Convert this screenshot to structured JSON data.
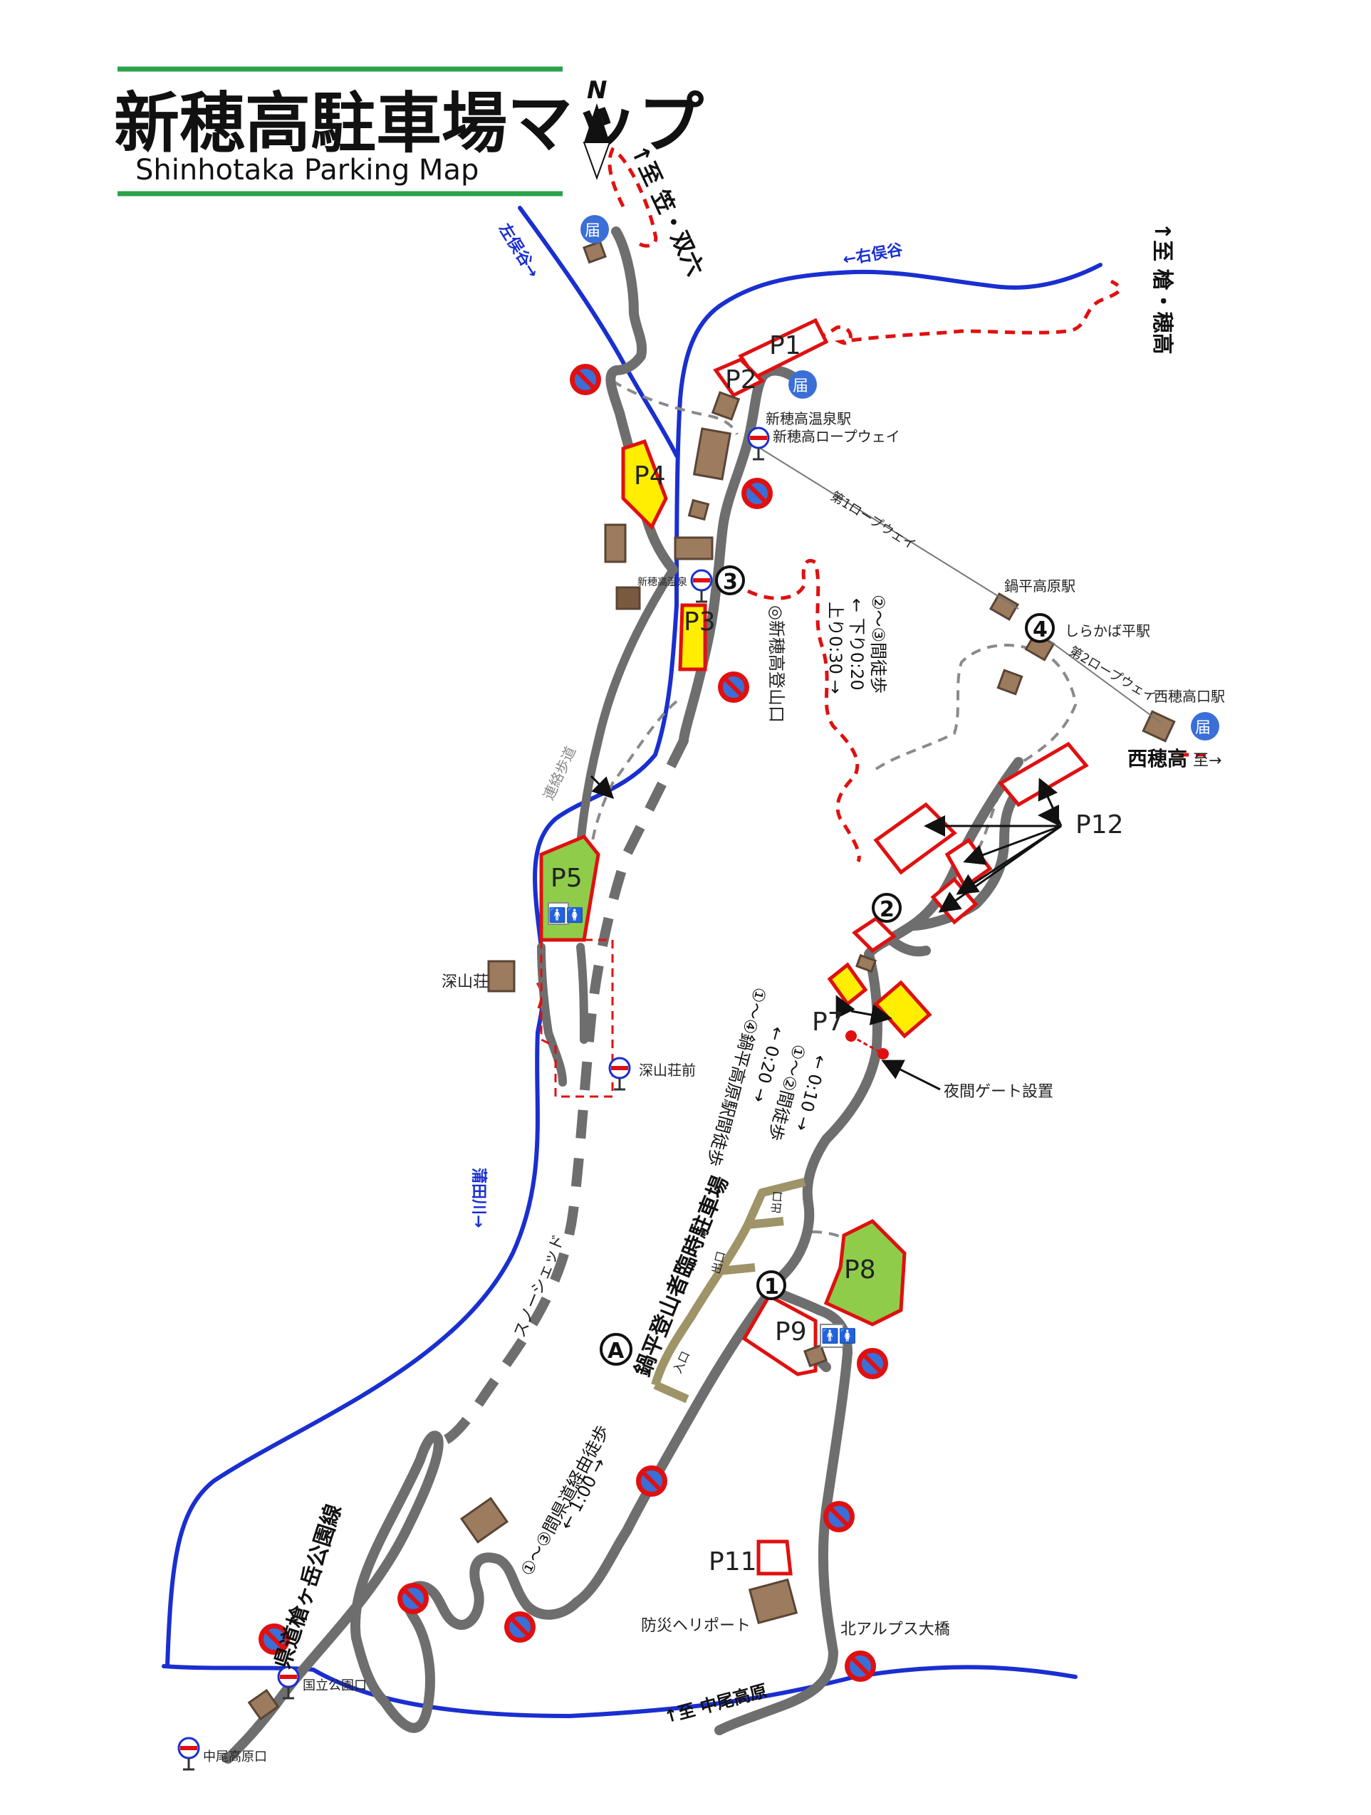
{
  "title": {
    "jp": "新穂高駐車場マップ",
    "en": "Shinhotaka Parking Map",
    "north": "N"
  },
  "colors": {
    "river": "#1a2fd0",
    "road": "#6e6e6e",
    "parking_outline": "#e01010",
    "parking_yellow": "#ffee00",
    "parking_green": "#8fcc4a",
    "building": "#9c7b5e",
    "trail": "#e01010",
    "walkway": "#8a8a8a",
    "temp_lot": "#9e9468",
    "no_parking": "#e01010",
    "title_line": "#2aa14a"
  },
  "rivers": {
    "migimata": "←右俣谷",
    "hidarimata": "左俣谷→",
    "gamata": "蒲田川→"
  },
  "destinations": {
    "kasa": "↑至 笠・双六",
    "yari": "↑至 槍・穂高",
    "nishihotaka_dest": "西穂高",
    "nishihotaka_arrow": "至→",
    "nakaobogen": "↑至 中尾高原"
  },
  "parking": {
    "p1": "P1",
    "p2": "P2",
    "p3": "P3",
    "p4": "P4",
    "p5": "P5",
    "p7": "P7",
    "p8": "P8",
    "p9": "P9",
    "p11": "P11",
    "p12": "P12"
  },
  "places": {
    "onsen_station": "新穂高温泉駅",
    "ropeway": "新穂高ロープウェイ",
    "ropeway1": "第1ロープウェイ",
    "ropeway2": "第2ロープウェイ",
    "nabedaira_station": "鍋平高原駅",
    "shirakaba_station": "しらかば平駅",
    "nishihotakaguchi_station": "西穂高口駅",
    "shinhotaka_busstop": "新穂高温泉",
    "tozan_guchi": "◎新穂高登山口",
    "miyamaso": "深山荘",
    "miyamaso_mae": "深山荘前",
    "renraku_hodo": "連絡歩道",
    "snowshed": "スノーシェッド",
    "prefectural_road": "県道槍ヶ岳公園線",
    "temp_parking": "鍋平登山者臨時駐車場",
    "entrance": "入口",
    "exit": "出口",
    "night_gate": "夜間ゲート設置",
    "heliport": "防災ヘリポート",
    "kita_alps_bridge": "北アルプス大橋",
    "kokuritsu_koen_guchi": "国立公園口",
    "nakao_kogen_guchi": "中尾高原口",
    "todoke": "届",
    "toilet": "🚹🚺"
  },
  "walking_times": {
    "w23_title": "②～③間徒歩",
    "w23_down": "← 下り0:20",
    "w23_up": "上り0:30 →",
    "w14_title": "①～④鍋平高原駅間徒歩",
    "w14_time": "← 0:20 →",
    "w12_title": "①～②間徒歩",
    "w12_time": "← 0:10 →",
    "w13_title": "①～③間県道経由徒歩",
    "w13_time": "← 1:00 →"
  },
  "markers": {
    "m1": "1",
    "m2": "2",
    "m3": "3",
    "m4": "4",
    "ma": "A"
  }
}
